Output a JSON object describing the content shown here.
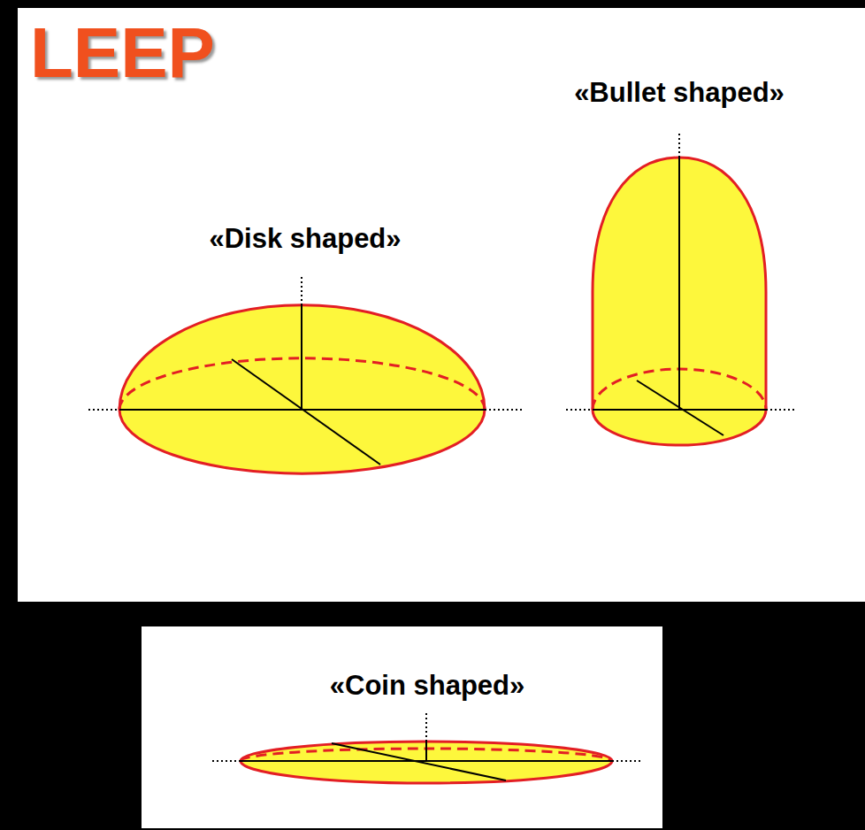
{
  "diagram": {
    "title": "LEEP",
    "nodes": [
      {
        "text": [
          "«Disk shaped»"
        ]
      },
      {
        "text": [
          "«Bullet shaped»"
        ]
      },
      {
        "text": [
          "«Coin shaped»"
        ]
      }
    ]
  }
}
